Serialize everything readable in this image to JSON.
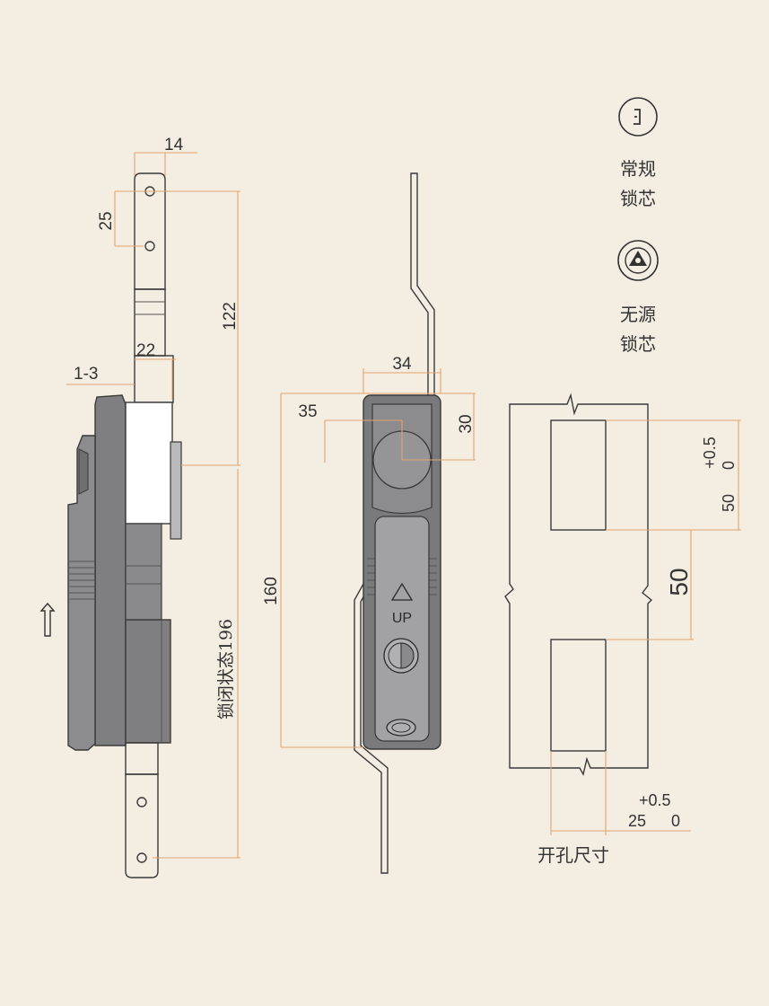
{
  "colors": {
    "background": "#f4ede1",
    "dimension_line": "#e2a56e",
    "outline": "#3a3a3a",
    "body_dark": "#7f7f81",
    "body_light": "#b9b9bb",
    "metal": "#e9e9e9"
  },
  "side_view": {
    "dim_width_top": "14",
    "dim_hole_pitch": "25",
    "dim_upper_length": "122",
    "dim_rod_width": "22",
    "dim_gap": "1-3",
    "dim_locked_total": "锁闭状态196",
    "arrow_icon": "up-arrow-icon"
  },
  "front_view": {
    "dim_width": "34",
    "dim_lock_offset_x": "35",
    "dim_lock_offset_y": "30",
    "dim_body_height": "160",
    "up_mark": "UP",
    "triangle_icon": "triangle-up-icon"
  },
  "cutout": {
    "tol_upper": "+0.5",
    "tol_lower": "0",
    "dim_slot_height": "50",
    "dim_slot_spacing": "50",
    "tol_bottom_upper": "+0.5",
    "dim_slot_width": "25",
    "tol_bottom_lower": "0",
    "caption": "开孔尺寸"
  },
  "legend": [
    {
      "icon": "standard-lock-cylinder-icon",
      "line1": "常规",
      "line2": "锁芯"
    },
    {
      "icon": "passive-lock-cylinder-icon",
      "line1": "无源",
      "line2": "锁芯"
    }
  ]
}
